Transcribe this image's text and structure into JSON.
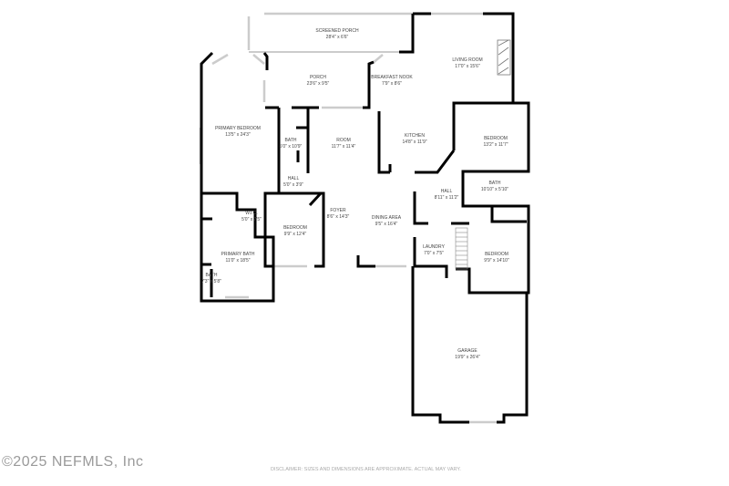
{
  "rooms": [
    {
      "name": "SCREENED PORCH",
      "dims": "28'4\" x 6'6\""
    },
    {
      "name": "LIVING ROOM",
      "dims": "17'0\" x 15'6\""
    },
    {
      "name": "PORCH",
      "dims": "23'6\" x 9'5\""
    },
    {
      "name": "BREAKFAST NOOK",
      "dims": "7'9\" x 8'6\""
    },
    {
      "name": "PRIMARY BEDROOM",
      "dims": "13'5\" x 24'3\""
    },
    {
      "name": "BATH",
      "dims": "5'0\" x 10'9\""
    },
    {
      "name": "ROOM",
      "dims": "11'7\" x 11'4\""
    },
    {
      "name": "KITCHEN",
      "dims": "14'8\" x 11'9\""
    },
    {
      "name": "BEDROOM",
      "dims": "13'2\" x 11'7\""
    },
    {
      "name": "HALL",
      "dims": "5'0\" x 3'9\""
    },
    {
      "name": "BATH",
      "dims": "10'10\" x 5'10\""
    },
    {
      "name": "HALL",
      "dims": "8'11\" x 11'2\""
    },
    {
      "name": "W.I.C.",
      "dims": "5'0\" x 7'5\""
    },
    {
      "name": "FOYER",
      "dims": "8'6\" x 14'3\""
    },
    {
      "name": "DINING AREA",
      "dims": "9'5\" x 16'4\""
    },
    {
      "name": "BEDROOM",
      "dims": "9'9\" x 12'4\""
    },
    {
      "name": "LAUNDRY",
      "dims": "7'0\" x 7'5\""
    },
    {
      "name": "BEDROOM",
      "dims": "9'9\" x 14'10\""
    },
    {
      "name": "PRIMARY BATH",
      "dims": "11'0\" x 18'5\""
    },
    {
      "name": "BATH",
      "dims": "7'3\" x 5'8\""
    },
    {
      "name": "GARAGE",
      "dims": "19'9\" x 26'4\""
    }
  ],
  "copyright": "©2025 NEFMLS, Inc",
  "disclaimer": "DISCLAIMER: SIZES AND DIMENSIONS ARE APPROXIMATE. ACTUAL MAY VARY."
}
